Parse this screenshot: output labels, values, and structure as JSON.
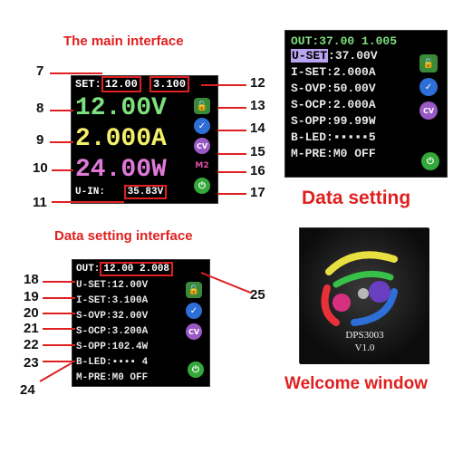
{
  "titles": {
    "main_interface": "The main interface",
    "data_setting": "Data setting",
    "data_setting_interface": "Data setting interface",
    "welcome_window": "Welcome window"
  },
  "main_screen": {
    "set_label": "SET:",
    "set_voltage": "12.00",
    "set_current": "3.100",
    "out_voltage": "12.00V",
    "out_current": "2.000A",
    "out_power": "24.00W",
    "vin_label": "U-IN:",
    "vin_value": "35.83V",
    "m2_label": "M2"
  },
  "callouts": {
    "n7": "7",
    "n8": "8",
    "n9": "9",
    "n10": "10",
    "n11": "11",
    "n12": "12",
    "n13": "13",
    "n14": "14",
    "n15": "15",
    "n16": "16",
    "n17": "17",
    "n18": "18",
    "n19": "19",
    "n20": "20",
    "n21": "21",
    "n22": "22",
    "n23": "23",
    "n24": "24",
    "n25": "25"
  },
  "data_setting_screen": {
    "out_line": "OUT:37.00 1.005",
    "rows": [
      {
        "label": "U-SET",
        "value": ":37.00V"
      },
      {
        "label": "I-SET",
        "value": ":2.000A"
      },
      {
        "label": "S-OVP",
        "value": ":50.00V"
      },
      {
        "label": "S-OCP",
        "value": ":2.000A"
      },
      {
        "label": "S-OPP",
        "value": ":99.99W"
      },
      {
        "label": "B-LED",
        "value": ":▪▪▪▪▪5"
      },
      {
        "label": "M-PRE",
        "value": ":M0  OFF"
      }
    ]
  },
  "dsi_screen": {
    "out_label": "OUT:",
    "out_values": "12.00 2.008",
    "rows": [
      {
        "text": "U-SET:12.00V"
      },
      {
        "text": "I-SET:3.100A"
      },
      {
        "text": "S-OVP:32.00V"
      },
      {
        "text": "S-OCP:3.200A"
      },
      {
        "text": "S-OPP:102.4W"
      },
      {
        "text": "B-LED:▪▪▪▪ 4"
      },
      {
        "text": "M-PRE:M0  OFF"
      }
    ]
  },
  "welcome": {
    "model": "DPS3003",
    "version": "V1.0"
  },
  "colors": {
    "accent_red": "#e02020",
    "voltage_green": "#7ee07e",
    "current_yellow": "#f4ef6a",
    "power_pink": "#e07ad8"
  },
  "icons": [
    "lock-icon",
    "check-icon",
    "cv-icon",
    "m2-icon",
    "power-icon"
  ]
}
